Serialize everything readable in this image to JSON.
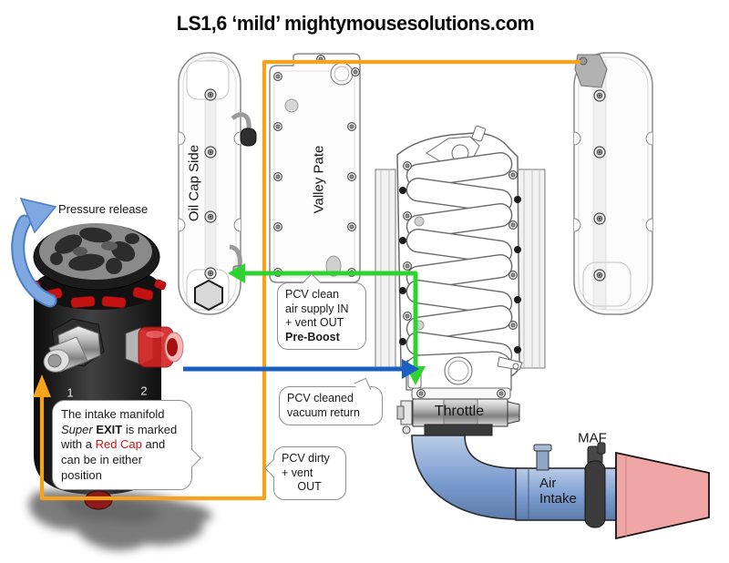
{
  "title": "LS1,6 ‘mild’ mightymousesolutions.com",
  "colors": {
    "flow_orange": "#F6A21C",
    "flow_green": "#2FD32F",
    "flow_blue": "#1A5FC2",
    "pressure_arrow_fill": "#7FA8E0",
    "pressure_arrow_edge": "#4A7EC7",
    "red_cap": "#D32222",
    "filter_pink": "#F1A6A6",
    "intake_tube_blue": "#7B9CD0"
  },
  "components": {
    "pressure_release": "Pressure release",
    "oil_cap_side_cover": "Oil Cap Side",
    "valley_plate": "Valley Pate",
    "throttle": "Throttle",
    "maf": "MAF",
    "air_intake": "Air\nIntake",
    "catch_can_port_1": "1",
    "catch_can_port_2": "2"
  },
  "callouts": {
    "pcv_clean_supply": {
      "text": "PCV clean\nair supply IN\n+ vent OUT",
      "emphasis": "Pre-Boost"
    },
    "pcv_vacuum_return": {
      "text": "PCV cleaned\nvacuum return"
    },
    "pcv_dirty_vent": {
      "text": "PCV dirty\n+ vent\n     OUT"
    },
    "manifold_note": {
      "part1": "The intake manifold ",
      "part2_italic": "Super",
      "part3_bold": " EXIT",
      "part4": " is marked with a ",
      "part5_red": "Red Cap",
      "part6": " and can be in either position"
    }
  }
}
